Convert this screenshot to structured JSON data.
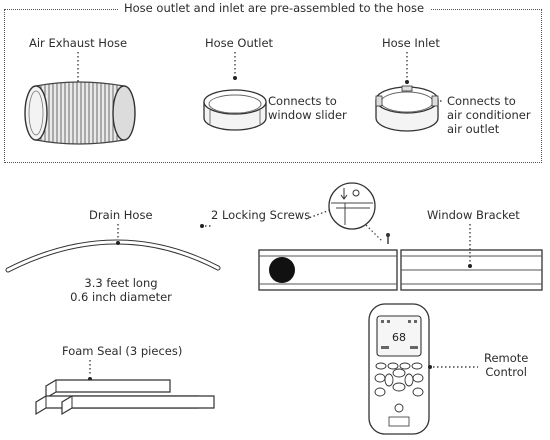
{
  "group": {
    "title": "Hose outlet and inlet are pre-assembled to the hose"
  },
  "parts": {
    "air_exhaust_hose": {
      "label": "Air Exhaust Hose"
    },
    "hose_outlet": {
      "label": "Hose Outlet",
      "note_line1": "Connects to",
      "note_line2": "window slider"
    },
    "hose_inlet": {
      "label": "Hose Inlet",
      "note_line1": "Connects to",
      "note_line2": "air conditioner",
      "note_line3": "air outlet"
    },
    "drain_hose": {
      "label": "Drain Hose",
      "spec_line1": "3.3 feet long",
      "spec_line2": "0.6 inch diameter"
    },
    "locking_screws": {
      "label": "2 Locking Screws"
    },
    "window_bracket": {
      "label": "Window Bracket"
    },
    "foam_seal": {
      "label": "Foam Seal (3 pieces)"
    },
    "remote_control": {
      "label_line1": "Remote",
      "label_line2": "Control",
      "display_value": "68"
    }
  }
}
